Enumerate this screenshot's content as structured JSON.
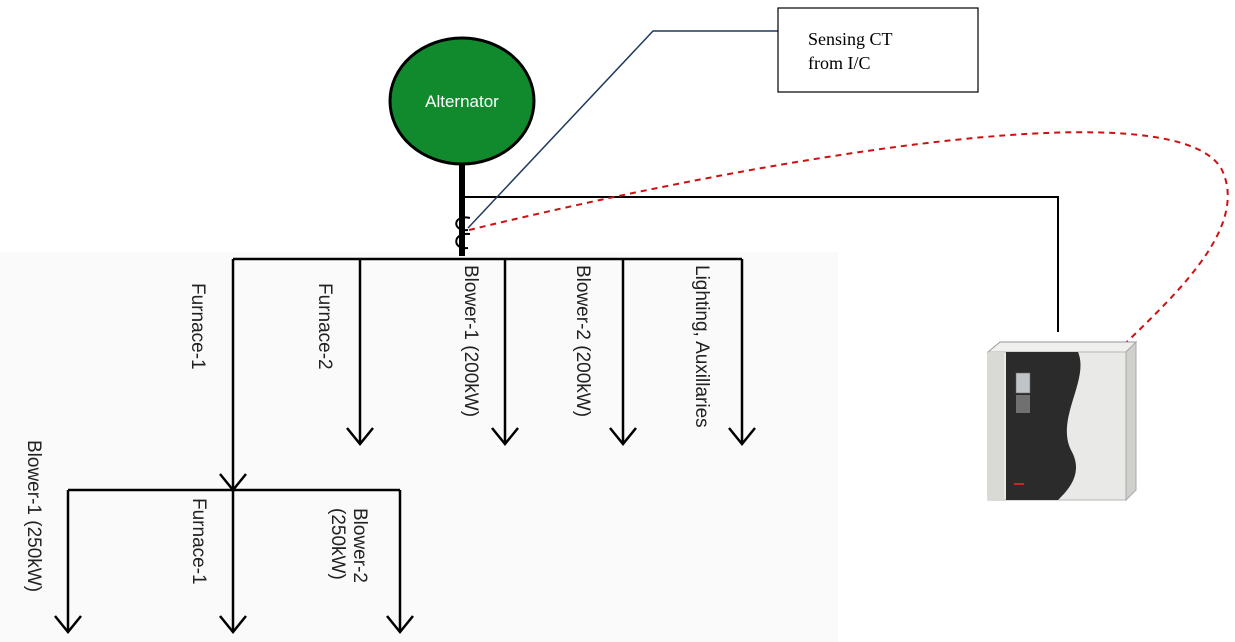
{
  "source_node": {
    "label": "Alternator",
    "color": "#118a2e"
  },
  "callout": {
    "line1": "Sensing CT",
    "line2": "from I/C"
  },
  "feeders": [
    {
      "label": "Furnace-1"
    },
    {
      "label": "Furnace-2"
    },
    {
      "label": "Blower-1 (200kW)"
    },
    {
      "label": "Blower-2 (200kW)"
    },
    {
      "label": "Lighting, Auxillaries"
    }
  ],
  "sub_feeders": [
    {
      "label": "Blower-1 (250kW)"
    },
    {
      "label": "Furnace-1"
    },
    {
      "label_line1": "Blower-2",
      "label_line2": "(250kW)"
    }
  ],
  "signal_link_color": "#cc1111",
  "device": {
    "name": "drive-cabinet"
  }
}
